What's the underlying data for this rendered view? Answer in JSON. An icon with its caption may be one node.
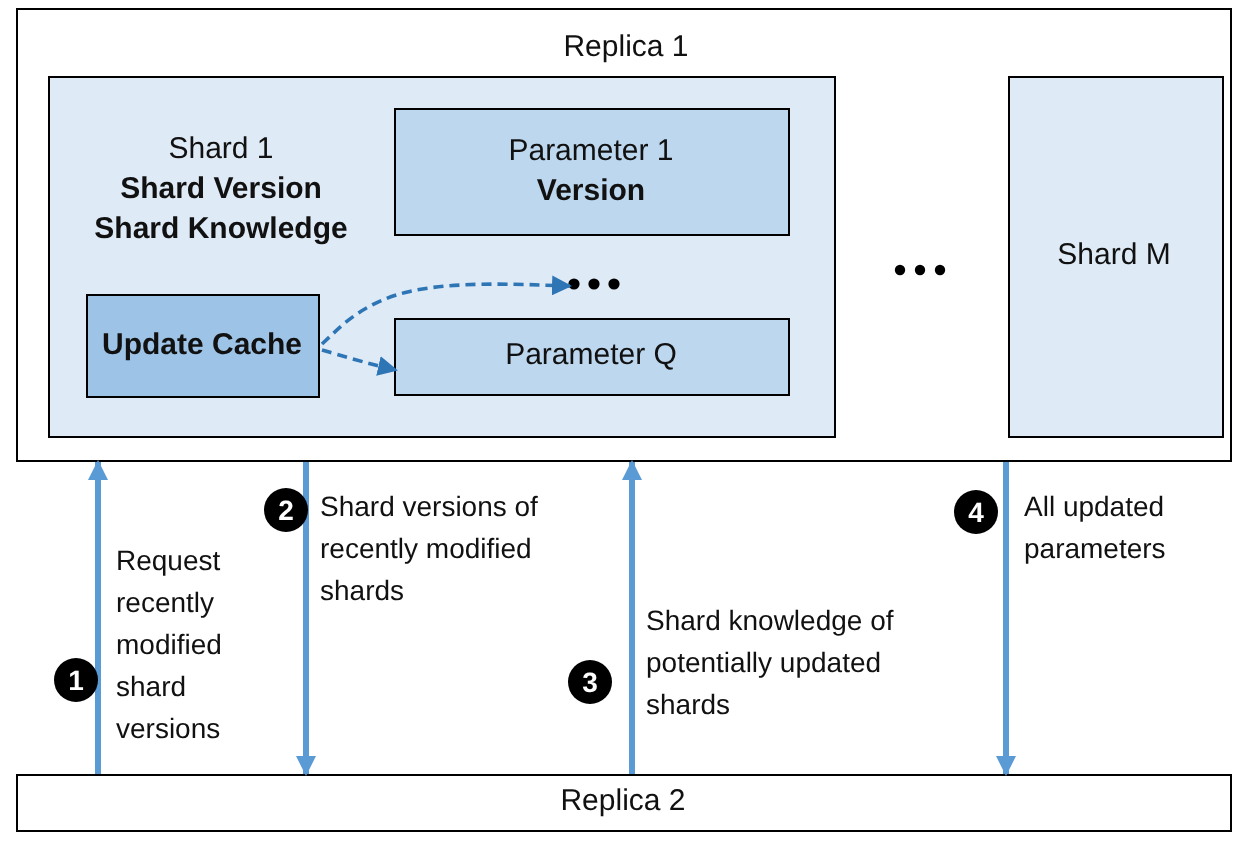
{
  "diagram": {
    "nodes": [
      {
        "text": [
          "Replica 1"
        ]
      },
      {
        "text": [
          "Shard 1",
          "Shard Version",
          "Shard Knowledge"
        ],
        "in": 0
      },
      {
        "text": [
          "Parameter 1",
          "Version"
        ],
        "in": 1
      },
      {
        "text": [],
        "shape": "dots",
        "in": 1
      },
      {
        "text": [
          "Update Cache"
        ],
        "in": 1
      },
      {
        "text": [
          "Parameter Q"
        ],
        "in": 1
      },
      {
        "text": [
          "Shard M"
        ],
        "in": 0
      },
      {
        "text": [
          "Replica 2"
        ]
      }
    ],
    "edges": [
      {
        "from": 4,
        "to": 3,
        "arrow": "to",
        "style": "dashed",
        "color": "#2e75b6"
      },
      {
        "from": 4,
        "to": 5,
        "arrow": "to",
        "style": "dashed",
        "color": "#2e75b6"
      },
      {
        "from": 7,
        "to": 0,
        "arrow": "to",
        "label": "Request recently modified shard versions"
      },
      {
        "from": 0,
        "to": 7,
        "arrow": "to",
        "label": "Shard versions of recently modified shards"
      },
      {
        "from": 7,
        "to": 0,
        "arrow": "to",
        "label": "Shard knowledge of potentially updated shards"
      },
      {
        "from": 0,
        "to": 7,
        "arrow": "to",
        "label": "All updated parameters"
      }
    ],
    "labels": [
      "1",
      "2",
      "3",
      "4"
    ]
  }
}
